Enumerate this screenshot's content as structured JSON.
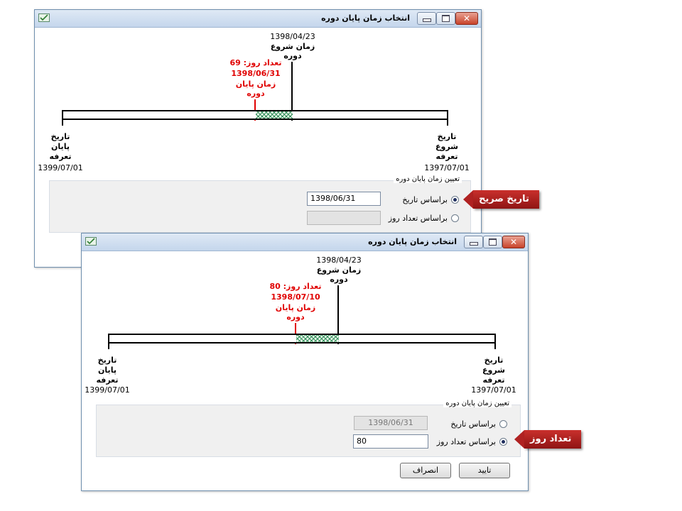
{
  "window1": {
    "title": "انتخاب زمان پایان دوره",
    "timeline": {
      "start_date": "1398/04/23",
      "start_caption_1": "زمان شروع",
      "start_caption_2": "دوره",
      "days_text": "تعداد روز: 69",
      "end_date": "1398/06/31",
      "end_caption_1": "زمان پایان",
      "end_caption_2": "دوره",
      "left_caption_1": "تاریخ",
      "left_caption_2": "پایان",
      "left_caption_3": "تعرفه",
      "left_date": "1399/07/01",
      "right_caption_1": "تاریخ",
      "right_caption_2": "شروع",
      "right_caption_3": "تعرفه",
      "right_date": "1397/07/01"
    },
    "group_title": "تعیین زمان پایان دوره",
    "radio_by_date": "براساس تاریخ",
    "radio_by_days": "براساس تعداد روز",
    "selected": "by_date",
    "date_value": "1398/06/31",
    "days_value": ""
  },
  "window2": {
    "title": "انتخاب زمان پایان دوره",
    "timeline": {
      "start_date": "1398/04/23",
      "start_caption_1": "زمان شروع",
      "start_caption_2": "دوره",
      "days_text": "تعداد روز: 80",
      "end_date": "1398/07/10",
      "end_caption_1": "زمان پایان",
      "end_caption_2": "دوره",
      "left_caption_1": "تاریخ",
      "left_caption_2": "پایان",
      "left_caption_3": "تعرفه",
      "left_date": "1399/07/01",
      "right_caption_1": "تاریخ",
      "right_caption_2": "شروع",
      "right_caption_3": "تعرفه",
      "right_date": "1397/07/01"
    },
    "group_title": "تعیین زمان پایان دوره",
    "radio_by_date": "براساس تاریخ",
    "radio_by_days": "براساس تعداد روز",
    "selected": "by_days",
    "date_value": "1398/06/31",
    "days_value": "80",
    "ok_label": "تایید",
    "cancel_label": "انصراف"
  },
  "callouts": {
    "exact_date": "تاریخ صریح",
    "days_count": "تعداد روز"
  },
  "colors": {
    "accent_red": "#e00000",
    "hatch_green": "#2e8b57",
    "callout_red": "#b02222"
  }
}
